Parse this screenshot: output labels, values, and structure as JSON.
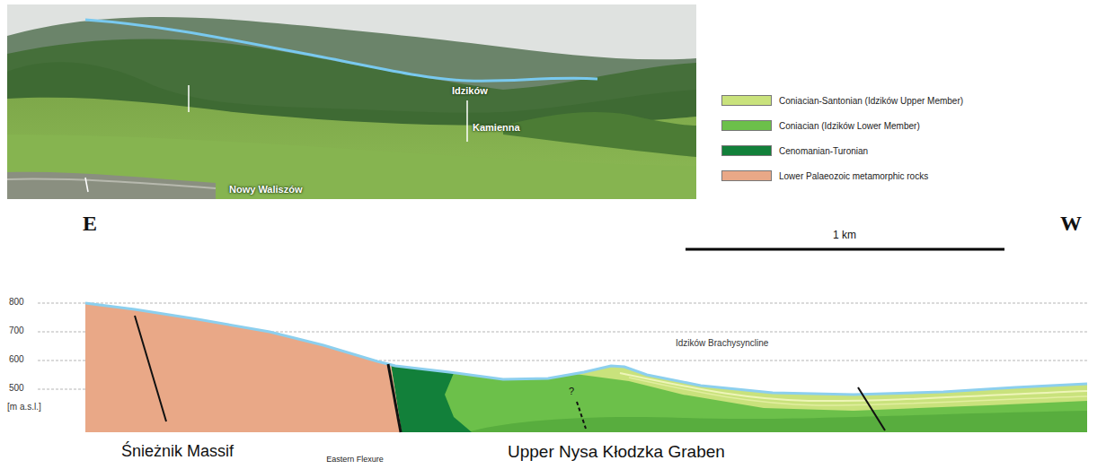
{
  "diagram": {
    "labels": [
      "Idzików",
      "Kamienna",
      "Nowy Waliszów",
      "1 km",
      "E",
      "W",
      "800",
      "700",
      "600",
      "500",
      "[m a.s.l.]",
      "Idzików Brachysyncline",
      "?",
      "Śnieżnik Massif",
      "Eastern Flexure",
      "Upper Nysa Kłodzka Graben"
    ],
    "legend": [
      {
        "text": "Coniacian-Santonian (Idzików Upper Member)",
        "color": "#c9e27c"
      },
      {
        "text": "Coniacian (Idzików Lower Member)",
        "color": "#6cc04a"
      },
      {
        "text": "Cenomanian-Turonian",
        "color": "#12803a"
      },
      {
        "text": "Lower Palaeozoic metamorphic rocks",
        "color": "#e9a887"
      }
    ]
  }
}
